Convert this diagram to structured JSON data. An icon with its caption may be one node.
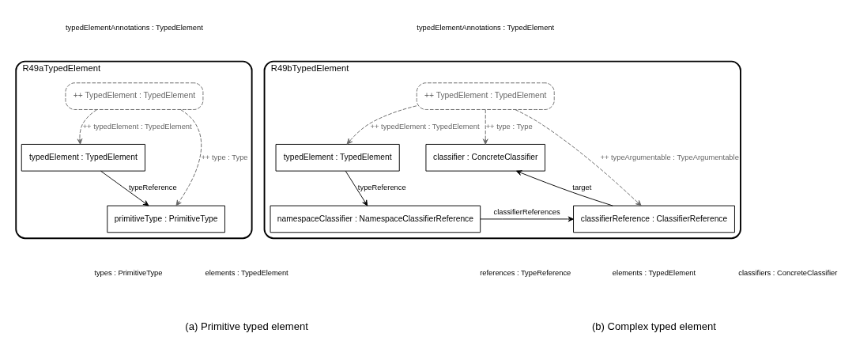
{
  "diagram": {
    "nodes": [
      {
        "text": [
          "R49aTypedElement"
        ]
      },
      {
        "text": [
          "++ TypedElement : TypedElement"
        ],
        "in": 0
      },
      {
        "text": [
          "typedElement : TypedElement"
        ],
        "in": 0
      },
      {
        "text": [
          "primitiveType : PrimitiveType"
        ],
        "in": 0
      },
      {
        "text": [
          "R49bTypedElement"
        ]
      },
      {
        "text": [
          "++ TypedElement : TypedElement"
        ],
        "in": 4
      },
      {
        "text": [
          "typedElement : TypedElement"
        ],
        "in": 4
      },
      {
        "text": [
          "classifier : ConcreteClassifier"
        ],
        "in": 4
      },
      {
        "text": [
          "namespaceClassifier : NamespaceClassifierReference"
        ],
        "in": 4
      },
      {
        "text": [
          "classifierReference : ClassifierReference"
        ],
        "in": 4
      }
    ],
    "edges": [
      {
        "from": 1,
        "to": 2,
        "arrow": "to",
        "label": "++ typedElement : TypedElement",
        "style": "dashed",
        "color": "#666666"
      },
      {
        "from": 1,
        "to": 3,
        "arrow": "to",
        "label": "++ type : Type",
        "style": "dashed",
        "color": "#666666"
      },
      {
        "from": 2,
        "to": 3,
        "arrow": "to",
        "label": "typeReference",
        "color": "#000000"
      },
      {
        "from": 5,
        "to": 6,
        "arrow": "to",
        "label": "++ typedElement : TypedElement",
        "style": "dashed",
        "color": "#666666"
      },
      {
        "from": 5,
        "to": 7,
        "arrow": "to",
        "label": "++ type : Type",
        "style": "dashed",
        "color": "#666666"
      },
      {
        "from": 5,
        "to": 9,
        "arrow": "to",
        "label": "++ typeArgumentable : TypeArgumentable",
        "style": "dashed",
        "color": "#666666"
      },
      {
        "from": 6,
        "to": 8,
        "arrow": "to",
        "label": "typeReference",
        "color": "#000000"
      },
      {
        "from": 8,
        "to": 9,
        "arrow": "to",
        "label": "classifierReferences",
        "color": "#000000"
      },
      {
        "from": 9,
        "to": 7,
        "arrow": "to",
        "label": "target",
        "color": "#000000"
      }
    ],
    "labels": [
      "typedElementAnnotations : TypedElement",
      "typedElementAnnotations : TypedElement",
      "types : PrimitiveType",
      "elements : TypedElement",
      "references : TypeReference",
      "elements : TypedElement",
      "classifiers : ConcreteClassifier",
      "(a) Primitive typed element",
      "(b) Complex typed element"
    ]
  }
}
